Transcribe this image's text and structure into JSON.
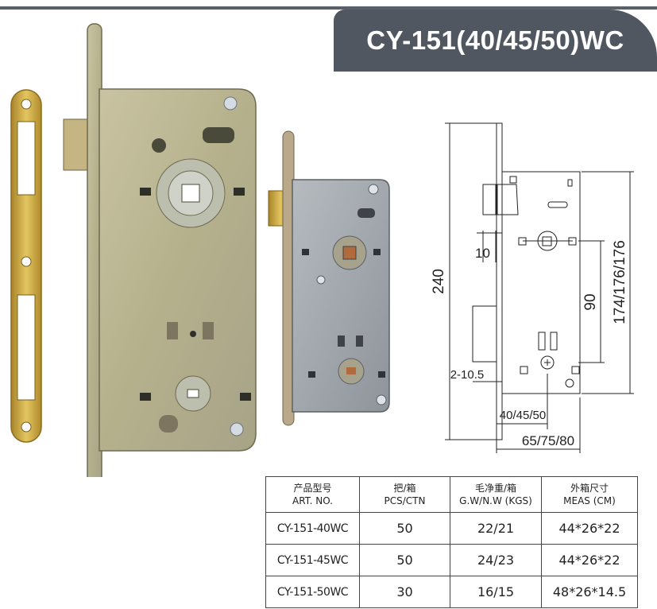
{
  "title": "CY-151(40/45/50)WC",
  "colors": {
    "banner": "#505760",
    "brass": "#c9a23a",
    "zinc": "#b8b49a",
    "steel": "#9aa0a6"
  },
  "diagram": {
    "dim_height": "240",
    "dim_10": "10",
    "dim_90": "90",
    "dim_plate": "174/176/176",
    "dim_cylinder": "2-10.5",
    "dim_backset": "40/45/50",
    "dim_depth": "65/75/80"
  },
  "table": {
    "headers": [
      {
        "cn": "产品型号",
        "en": "ART. NO."
      },
      {
        "cn": "把/箱",
        "en": "PCS/CTN"
      },
      {
        "cn": "毛净重/箱",
        "en": "G.W/N.W (KGS)"
      },
      {
        "cn": "外箱尺寸",
        "en": "MEAS (CM)"
      }
    ],
    "rows": [
      {
        "art": "CY-151-40WC",
        "pcs": "50",
        "weight": "22/21",
        "meas": "44*26*22"
      },
      {
        "art": "CY-151-45WC",
        "pcs": "50",
        "weight": "24/23",
        "meas": "44*26*22"
      },
      {
        "art": "CY-151-50WC",
        "pcs": "30",
        "weight": "16/15",
        "meas": "48*26*14.5"
      }
    ]
  }
}
